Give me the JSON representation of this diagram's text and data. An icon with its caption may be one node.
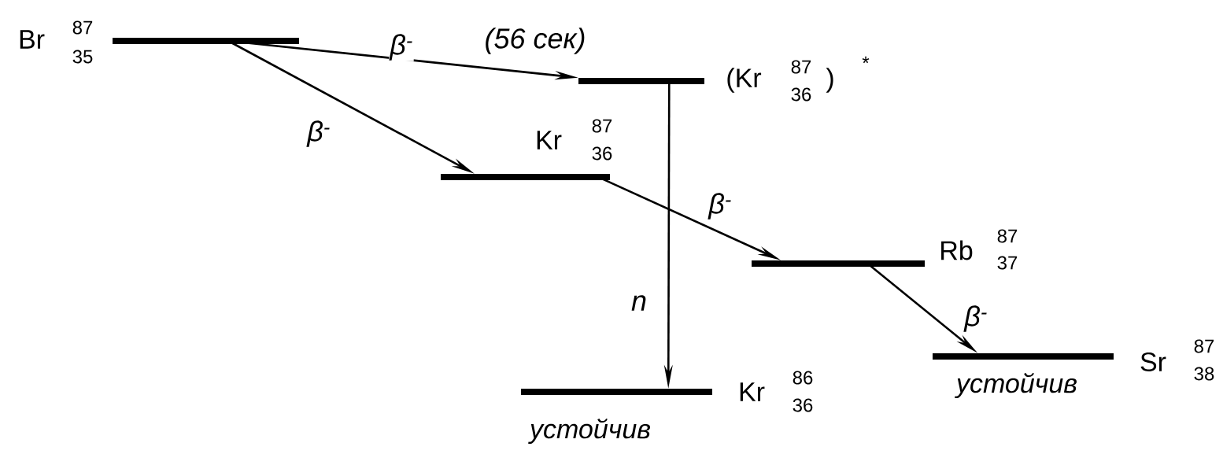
{
  "diagram": {
    "nodes": [
      {
        "text": [],
        "shape": "bar",
        "beside": [
          "Br",
          "87",
          "35"
        ]
      },
      {
        "text": [],
        "shape": "bar",
        "beside": [
          "(Kr",
          "87",
          "36",
          ")",
          "*"
        ]
      },
      {
        "text": [],
        "shape": "bar",
        "beside": [
          "Kr",
          "87",
          "36"
        ]
      },
      {
        "text": [],
        "shape": "bar",
        "beside": [
          "Rb",
          "87",
          "37"
        ]
      },
      {
        "text": [],
        "shape": "bar",
        "beside": [
          "Kr",
          "86",
          "36",
          "устойчив"
        ]
      },
      {
        "text": [],
        "shape": "bar",
        "beside": [
          "Sr",
          "87",
          "38",
          "устойчив"
        ]
      }
    ],
    "edges": [
      {
        "from": 0,
        "to": 1,
        "arrow": "to",
        "label": "β$^{-}$"
      },
      {
        "from": 0,
        "to": 2,
        "arrow": "to",
        "label": "β$^{-}$"
      },
      {
        "from": 2,
        "to": 3,
        "arrow": "to",
        "label": "β$^{-}$"
      },
      {
        "from": 1,
        "to": 4,
        "arrow": "to",
        "label": "n"
      },
      {
        "from": 3,
        "to": 5,
        "arrow": "to",
        "label": "β$^{-}$"
      }
    ],
    "labels": [
      "(56 сек)"
    ]
  }
}
